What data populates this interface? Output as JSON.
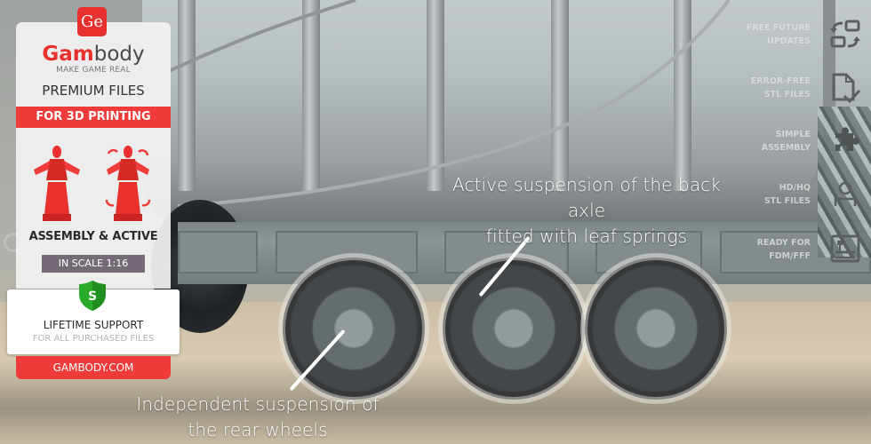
{
  "promo": {
    "logo_badge": "Ge",
    "brand_red": "Gam",
    "brand_gray": "body",
    "tagline": "MAKE GAME REAL",
    "premium": "PREMIUM FILES",
    "printing": "FOR 3D PRINTING",
    "figures": [
      "assembled-figure-icon",
      "active-figure-icon"
    ],
    "assembly": "ASSEMBLY & ACTIVE",
    "scale": "IN SCALE 1:16",
    "shield_letter": "S",
    "support_title": "LIFETIME SUPPORT",
    "support_sub": "FOR ALL PURCHASED FILES",
    "site": "GAMBODY.COM",
    "colors": {
      "accent": "#ef3b39",
      "scale_box": "#756b77",
      "shield": "#2bab2b"
    }
  },
  "features": [
    {
      "line1": "FREE FUTURE",
      "line2": "UPDATES",
      "icon": "refresh-icon"
    },
    {
      "line1": "ERROR-FREE",
      "line2": "STL FILES",
      "icon": "file-check-icon"
    },
    {
      "line1": "SIMPLE",
      "line2": "ASSEMBLY",
      "icon": "puzzle-icon"
    },
    {
      "line1": "HD/HQ",
      "line2": "STL FILES",
      "icon": "quality-icon"
    },
    {
      "line1": "READY FOR",
      "line2": "FDM/FFF",
      "icon": "3d-printer-icon"
    }
  ],
  "callouts": {
    "top_line1": "Active suspension of the back axle",
    "top_line2": "fitted with leaf springs",
    "bottom_line1": "Independent suspension of",
    "bottom_line2": "the rear wheels"
  }
}
